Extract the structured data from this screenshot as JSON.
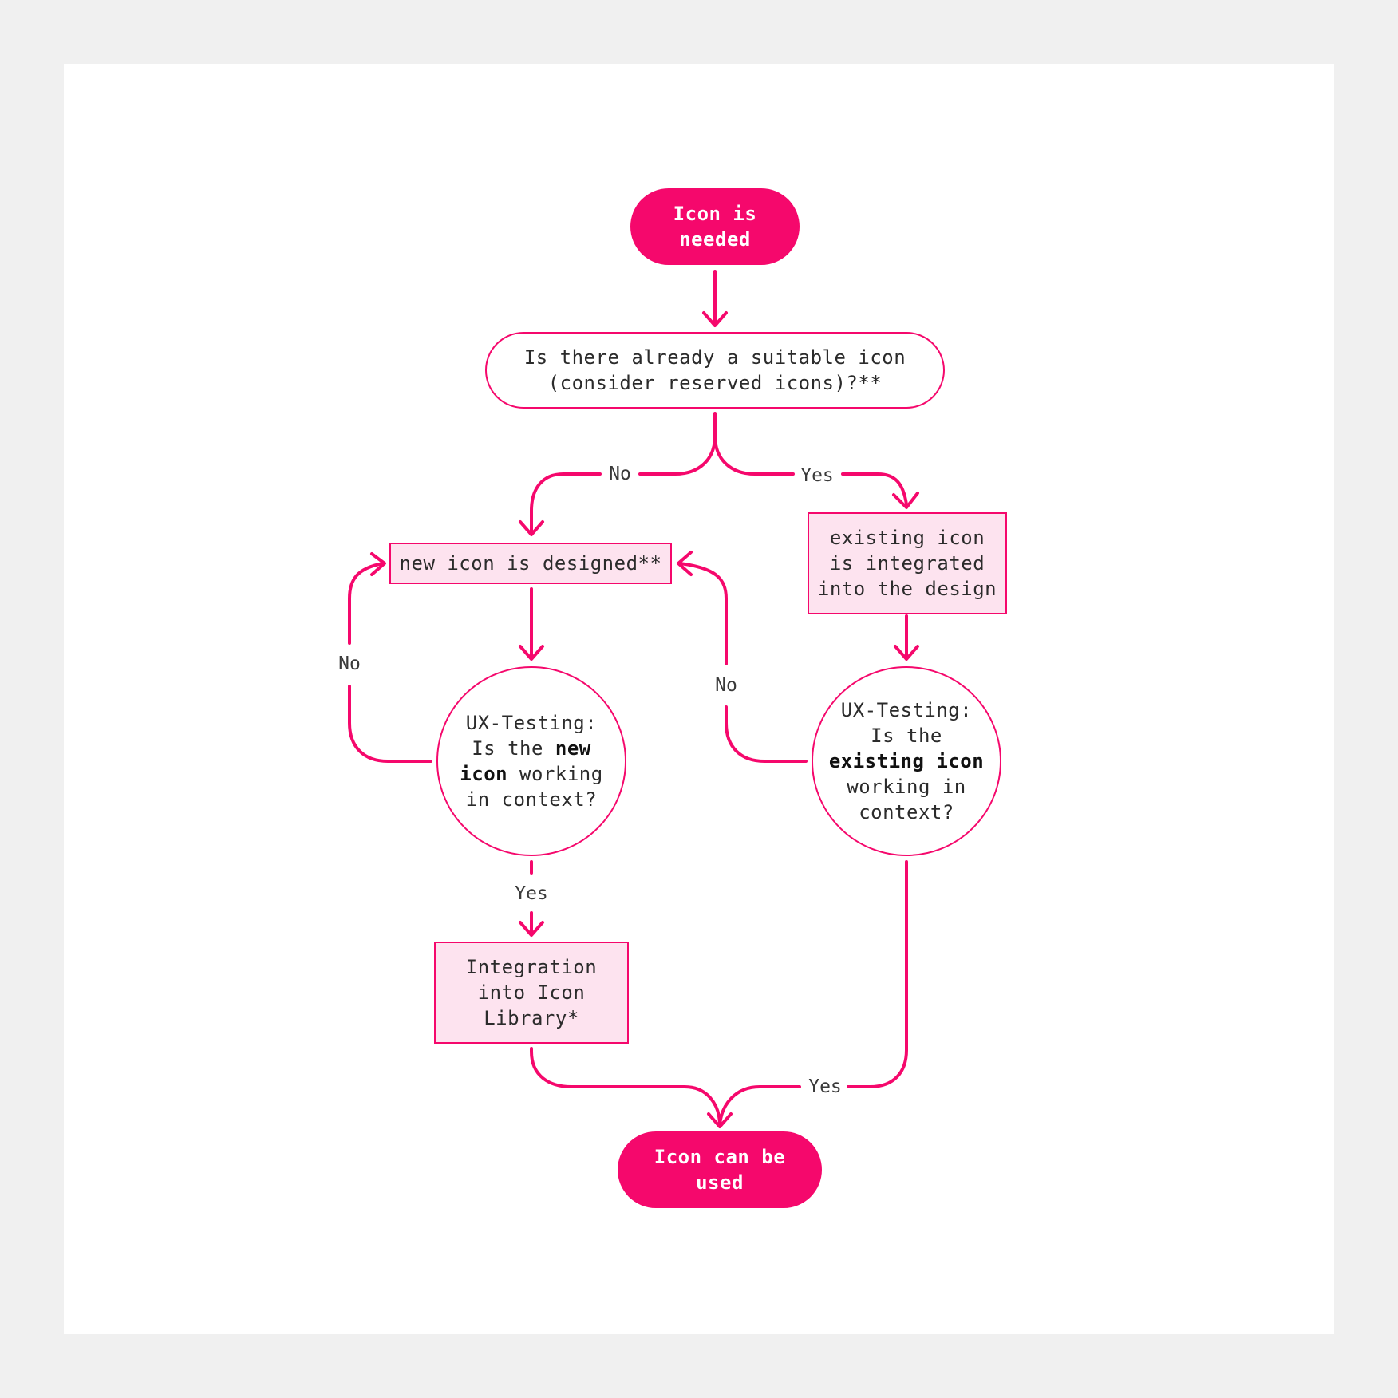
{
  "colors": {
    "accent": "#f5086c",
    "box_fill": "#fde3ef",
    "card": "#ffffff",
    "background": "#f0f0f0",
    "text": "#2b2b2b"
  },
  "nodes": {
    "start": {
      "text": "Icon is\nneeded"
    },
    "question": {
      "text": "Is there already a suitable icon\n(consider reserved icons)?**"
    },
    "new_icon": {
      "text": "new icon is designed**"
    },
    "existing_icon": {
      "text": "existing icon\nis integrated\ninto the design"
    },
    "test_new": {
      "line1": "UX-Testing:",
      "line2_pre": "Is the ",
      "line2_bold": "new",
      "line3_bold": "icon",
      "line3_post": " working",
      "line4": "in context?"
    },
    "test_existing": {
      "line1": "UX-Testing:",
      "line2": "Is the",
      "line3_bold": "existing icon",
      "line4": "working in",
      "line5": "context?"
    },
    "library": {
      "text": "Integration\ninto Icon\nLibrary*"
    },
    "end": {
      "text": "Icon can be\nused"
    }
  },
  "edges": {
    "question_no": "No",
    "question_yes": "Yes",
    "test_new_no": "No",
    "test_existing_no": "No",
    "test_new_yes": "Yes",
    "test_existing_yes": "Yes"
  }
}
